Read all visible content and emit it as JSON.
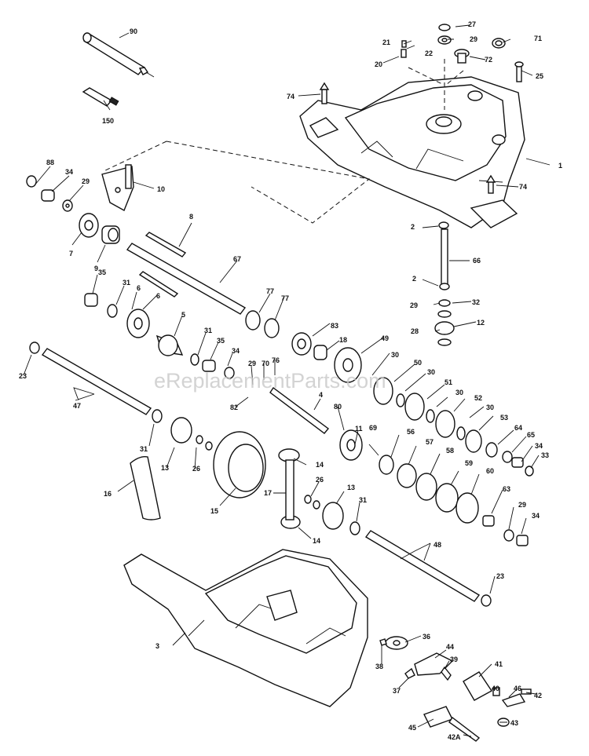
{
  "watermark": "eReplacementParts.com",
  "callouts": [
    {
      "id": "90",
      "text": "90"
    },
    {
      "id": "150",
      "text": "150"
    },
    {
      "id": "27",
      "text": "27"
    },
    {
      "id": "21",
      "text": "21"
    },
    {
      "id": "29a",
      "text": "29"
    },
    {
      "id": "71",
      "text": "71"
    },
    {
      "id": "22",
      "text": "22"
    },
    {
      "id": "20",
      "text": "20"
    },
    {
      "id": "72",
      "text": "72"
    },
    {
      "id": "25",
      "text": "25"
    },
    {
      "id": "74a",
      "text": "74"
    },
    {
      "id": "1",
      "text": "1"
    },
    {
      "id": "74b",
      "text": "74"
    },
    {
      "id": "88",
      "text": "88"
    },
    {
      "id": "34a",
      "text": "34"
    },
    {
      "id": "29b",
      "text": "29"
    },
    {
      "id": "10",
      "text": "10"
    },
    {
      "id": "8",
      "text": "8"
    },
    {
      "id": "7",
      "text": "7"
    },
    {
      "id": "9",
      "text": "9"
    },
    {
      "id": "67",
      "text": "67"
    },
    {
      "id": "2a",
      "text": "2"
    },
    {
      "id": "66",
      "text": "66"
    },
    {
      "id": "2b",
      "text": "2"
    },
    {
      "id": "35",
      "text": "35"
    },
    {
      "id": "31a",
      "text": "31"
    },
    {
      "id": "6a",
      "text": "6"
    },
    {
      "id": "6b",
      "text": "6"
    },
    {
      "id": "77a",
      "text": "77"
    },
    {
      "id": "77b",
      "text": "77"
    },
    {
      "id": "29c",
      "text": "29"
    },
    {
      "id": "32",
      "text": "32"
    },
    {
      "id": "28",
      "text": "28"
    },
    {
      "id": "12",
      "text": "12"
    },
    {
      "id": "5",
      "text": "5"
    },
    {
      "id": "31b",
      "text": "31"
    },
    {
      "id": "35b",
      "text": "35"
    },
    {
      "id": "34b",
      "text": "34"
    },
    {
      "id": "83",
      "text": "83"
    },
    {
      "id": "18",
      "text": "18"
    },
    {
      "id": "49",
      "text": "49"
    },
    {
      "id": "23a",
      "text": "23"
    },
    {
      "id": "29d",
      "text": "29"
    },
    {
      "id": "70",
      "text": "70"
    },
    {
      "id": "76",
      "text": "76"
    },
    {
      "id": "30a",
      "text": "30"
    },
    {
      "id": "50",
      "text": "50"
    },
    {
      "id": "30b",
      "text": "30"
    },
    {
      "id": "51",
      "text": "51"
    },
    {
      "id": "47",
      "text": "47"
    },
    {
      "id": "82",
      "text": "82"
    },
    {
      "id": "4",
      "text": "4"
    },
    {
      "id": "30c",
      "text": "30"
    },
    {
      "id": "52",
      "text": "52"
    },
    {
      "id": "30d",
      "text": "30"
    },
    {
      "id": "53",
      "text": "53"
    },
    {
      "id": "80",
      "text": "80"
    },
    {
      "id": "11",
      "text": "11"
    },
    {
      "id": "64",
      "text": "64"
    },
    {
      "id": "65",
      "text": "65"
    },
    {
      "id": "34c",
      "text": "34"
    },
    {
      "id": "33",
      "text": "33"
    },
    {
      "id": "31c",
      "text": "31"
    },
    {
      "id": "13a",
      "text": "13"
    },
    {
      "id": "26a",
      "text": "26"
    },
    {
      "id": "69",
      "text": "69"
    },
    {
      "id": "56",
      "text": "56"
    },
    {
      "id": "57",
      "text": "57"
    },
    {
      "id": "58",
      "text": "58"
    },
    {
      "id": "59",
      "text": "59"
    },
    {
      "id": "60",
      "text": "60"
    },
    {
      "id": "14a",
      "text": "14"
    },
    {
      "id": "16",
      "text": "16"
    },
    {
      "id": "26b",
      "text": "26"
    },
    {
      "id": "17",
      "text": "17"
    },
    {
      "id": "15",
      "text": "15"
    },
    {
      "id": "13b",
      "text": "13"
    },
    {
      "id": "31d",
      "text": "31"
    },
    {
      "id": "63",
      "text": "63"
    },
    {
      "id": "29e",
      "text": "29"
    },
    {
      "id": "34d",
      "text": "34"
    },
    {
      "id": "14b",
      "text": "14"
    },
    {
      "id": "48",
      "text": "48"
    },
    {
      "id": "23b",
      "text": "23"
    },
    {
      "id": "3",
      "text": "3"
    },
    {
      "id": "36",
      "text": "36"
    },
    {
      "id": "44",
      "text": "44"
    },
    {
      "id": "39",
      "text": "39"
    },
    {
      "id": "38",
      "text": "38"
    },
    {
      "id": "41",
      "text": "41"
    },
    {
      "id": "37",
      "text": "37"
    },
    {
      "id": "40",
      "text": "40"
    },
    {
      "id": "46a",
      "text": "46"
    },
    {
      "id": "42",
      "text": "42"
    },
    {
      "id": "45",
      "text": "45"
    },
    {
      "id": "43",
      "text": "43"
    },
    {
      "id": "42A",
      "text": "42A"
    }
  ]
}
